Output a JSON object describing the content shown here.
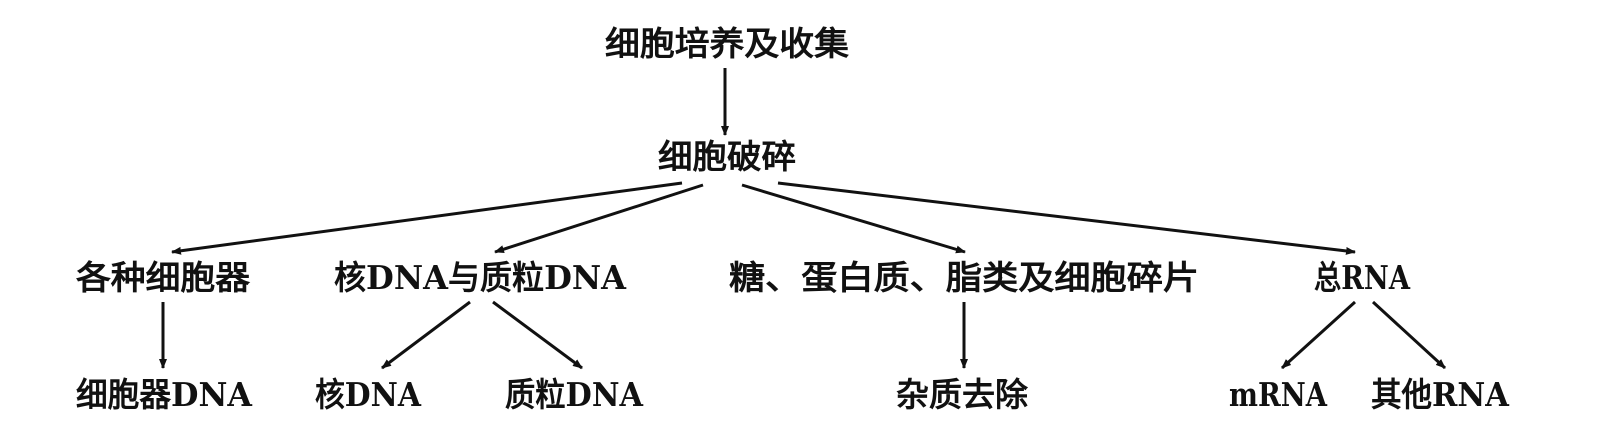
{
  "nodes": {
    "root": "细胞培养及收集",
    "lysis": "细胞破碎",
    "organelles": "各种细胞器",
    "nuclear_plasmid": "核DNA与质粒DNA",
    "debris": "糖、蛋白质、脂类及细胞碎片",
    "total_rna": "总RNA",
    "organelle_dna": "细胞器DNA",
    "nuclear_dna": "核DNA",
    "plasmid_dna": "质粒DNA",
    "impurity_removal": "杂质去除",
    "mrna": "mRNA",
    "other_rna": "其他RNA"
  },
  "edges": [
    {
      "from": "root",
      "to": "lysis"
    },
    {
      "from": "lysis",
      "to": "organelles"
    },
    {
      "from": "lysis",
      "to": "nuclear_plasmid"
    },
    {
      "from": "lysis",
      "to": "debris"
    },
    {
      "from": "lysis",
      "to": "total_rna"
    },
    {
      "from": "organelles",
      "to": "organelle_dna"
    },
    {
      "from": "nuclear_plasmid",
      "to": "nuclear_dna"
    },
    {
      "from": "nuclear_plasmid",
      "to": "plasmid_dna"
    },
    {
      "from": "debris",
      "to": "impurity_removal"
    },
    {
      "from": "total_rna",
      "to": "mrna"
    },
    {
      "from": "total_rna",
      "to": "other_rna"
    }
  ],
  "colors": {
    "ink": "#111111",
    "background": "#ffffff"
  }
}
